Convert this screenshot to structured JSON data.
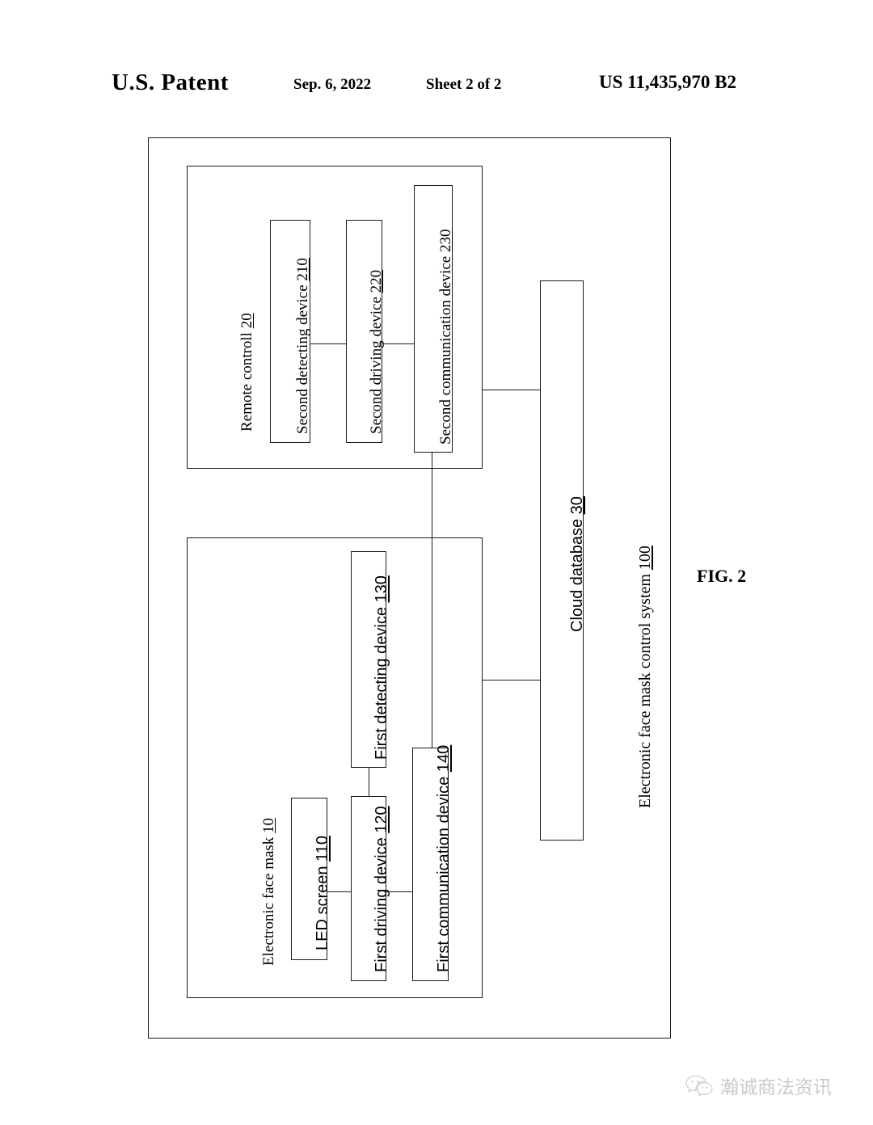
{
  "header": {
    "title": "U.S. Patent",
    "date": "Sep. 6, 2022",
    "sheet": "Sheet 2 of 2",
    "patent_number": "US 11,435,970 B2"
  },
  "figure": {
    "caption": "FIG. 2",
    "system_label": "Electronic face mask control system 100",
    "system_ref": "100"
  },
  "blocks": {
    "remote_control": {
      "label": "Remote controll 20",
      "ref": "20"
    },
    "second_detecting_device": {
      "label": "Second detecting device 210",
      "ref": "210"
    },
    "second_driving_device": {
      "label": "Second driving device 220",
      "ref": "220"
    },
    "second_communication_device": {
      "label": "Second communication device 230",
      "ref": "230"
    },
    "electronic_face_mask": {
      "label": "Electronic face mask 10",
      "ref": "10"
    },
    "led_screen": {
      "label": "LED screen 110",
      "ref": "110"
    },
    "first_driving_device": {
      "label": "First driving device 120",
      "ref": "120"
    },
    "first_detecting_device": {
      "label": "First detecting device 130",
      "ref": "130"
    },
    "first_communication_device": {
      "label": "First communication device 140",
      "ref": "140"
    },
    "cloud_database": {
      "label": "Cloud database 30",
      "ref": "30"
    }
  },
  "watermark": {
    "icon": "wechat-icon",
    "text": "瀚诚商法资讯"
  }
}
